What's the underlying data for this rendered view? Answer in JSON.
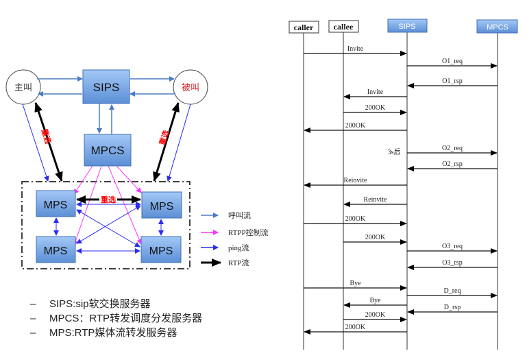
{
  "architecture": {
    "nodes": {
      "caller": "主叫",
      "callee": "被叫",
      "sips": "SIPS",
      "mpcs": "MPCS",
      "mps": [
        "MPS",
        "MPS",
        "MPS",
        "MPS"
      ]
    },
    "reselect_label": "重选",
    "legend": [
      {
        "label": "呼叫流",
        "color": "#4a7cc4",
        "kind": "call"
      },
      {
        "label": "RTPP控制流",
        "color": "#ff33ff",
        "kind": "rtpp"
      },
      {
        "label": "ping流",
        "color": "#2b2bf0",
        "kind": "ping"
      },
      {
        "label": "RTP流",
        "color": "#000000",
        "kind": "rtp"
      }
    ],
    "colors": {
      "box_top": "#9ec3f5",
      "box_bottom": "#5a8fd6",
      "box_border": "#3f6fb5",
      "callee_text": "#e02020",
      "reselect_text": "#ff0000"
    }
  },
  "bullets": [
    {
      "dash": "–",
      "text": "SIPS:sip软交换服务器"
    },
    {
      "dash": "–",
      "text": "MPCS：RTP转发调度分发服务器"
    },
    {
      "dash": "–",
      "text": "MPS:RTP媒体流转发服务器"
    }
  ],
  "sequence": {
    "participants": [
      {
        "id": "caller",
        "label": "caller",
        "style": "plain"
      },
      {
        "id": "callee",
        "label": "callee",
        "style": "plain"
      },
      {
        "id": "sips",
        "label": "SIPS",
        "style": "blue"
      },
      {
        "id": "mpcs",
        "label": "MPCS",
        "style": "blue"
      }
    ],
    "messages": [
      {
        "from": "caller",
        "to": "sips",
        "label": "Invite"
      },
      {
        "from": "sips",
        "to": "mpcs",
        "label": "O1_req"
      },
      {
        "from": "mpcs",
        "to": "sips",
        "label": "O1_rsp"
      },
      {
        "from": "sips",
        "to": "callee",
        "label": "Invite"
      },
      {
        "from": "callee",
        "to": "sips",
        "label": "200OK"
      },
      {
        "from": "sips",
        "to": "caller",
        "label": "200OK"
      },
      {
        "from": "sips",
        "to": "mpcs",
        "label": "O2_req",
        "note": "3s后"
      },
      {
        "from": "mpcs",
        "to": "sips",
        "label": "O2_rsp"
      },
      {
        "from": "sips",
        "to": "caller",
        "label": "Reinvite"
      },
      {
        "from": "sips",
        "to": "callee",
        "label": "Reinvite"
      },
      {
        "from": "caller",
        "to": "sips",
        "label": "200OK"
      },
      {
        "from": "callee",
        "to": "sips",
        "label": "200OK"
      },
      {
        "from": "sips",
        "to": "mpcs",
        "label": "O3_req"
      },
      {
        "from": "mpcs",
        "to": "sips",
        "label": "O3_rsp"
      },
      {
        "from": "caller",
        "to": "sips",
        "label": "Bye"
      },
      {
        "from": "sips",
        "to": "mpcs",
        "label": "D_req"
      },
      {
        "from": "sips",
        "to": "callee",
        "label": "Bye"
      },
      {
        "from": "mpcs",
        "to": "sips",
        "label": "D_rsp"
      },
      {
        "from": "callee",
        "to": "sips",
        "label": "200OK"
      },
      {
        "from": "sips",
        "to": "caller",
        "label": "200OK"
      }
    ]
  }
}
